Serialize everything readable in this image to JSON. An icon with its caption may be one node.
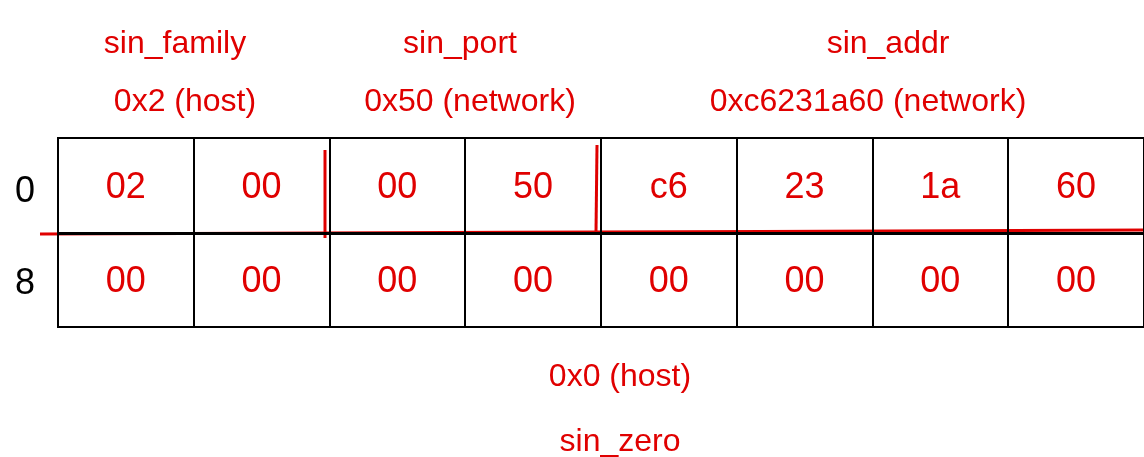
{
  "diagram": {
    "labels": [
      "sin_family",
      "0x2 (host)",
      "sin_port",
      "0x50 (network)",
      "sin_addr",
      "0xc6231a60 (network)",
      "0",
      "02",
      "00",
      "00",
      "50",
      "c6",
      "23",
      "1a",
      "60",
      "8",
      "00",
      "00",
      "00",
      "00",
      "00",
      "00",
      "00",
      "00",
      "0x0 (host)",
      "sin_zero"
    ]
  }
}
